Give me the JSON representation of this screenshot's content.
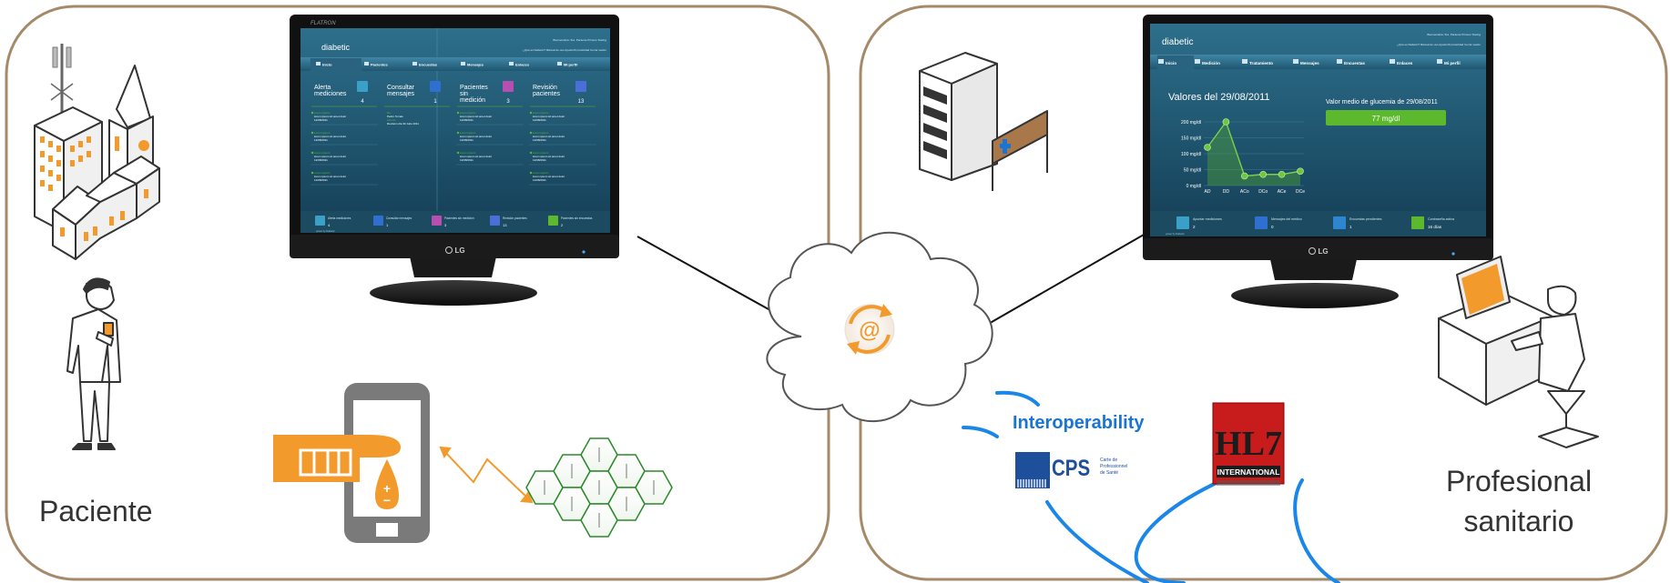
{
  "labels": {
    "patient": "Paciente",
    "professional_line1": "Profesional",
    "professional_line2": "sanitario",
    "interoperability": "Interoperability",
    "cloud_symbol": "@",
    "cps_logo": "CPS",
    "cps_subtitle_1": "Carte de",
    "cps_subtitle_2": "Professionnel",
    "cps_subtitle_3": "de Santé",
    "hl7_logo": "HL7",
    "hl7_subtitle": "INTERNATIONAL",
    "monitor_brand": "LG"
  },
  "left_monitor": {
    "topbar": "FLATRON",
    "logo": "diabetic",
    "header_links": "¿Qué es Diabetic?   Manual de uso   Ayuda   Mi privacidad   Cerrar sesión",
    "user": "Bienvenido/a: Sra. Paciente Primero Testing",
    "tabs": [
      "Inicio",
      "Pacientes",
      "Encuestas",
      "Mensajes",
      "Enlaces",
      "Mi perfil"
    ],
    "cards": [
      {
        "title": "Alerta mediciones",
        "count": "4"
      },
      {
        "title": "Consultar mensajes",
        "count": "1"
      },
      {
        "title": "Pacientes sin medición",
        "count": "3"
      },
      {
        "title": "Revisión pacientes",
        "count": "13"
      }
    ],
    "item_title": "Lorem ipsum",
    "item_text": "lorem ipsum sit amet dolor",
    "item_date": "12/08/2011",
    "msg_from": "De:",
    "msg_name": "Pedro Tomás",
    "msg_subject": "Asunto:",
    "msg_text": "Revisión día 30 Julio 2011",
    "footer_items": [
      {
        "label": "Alerta mediciones",
        "count": "4"
      },
      {
        "label": "Consultar mensajes",
        "count": "1"
      },
      {
        "label": "Pacientes sin medición",
        "count": "3"
      },
      {
        "label": "Revisión pacientes",
        "count": "13"
      },
      {
        "label": "Pacientes sin encuestas",
        "count": "2"
      }
    ],
    "powered": "power by Diabetic"
  },
  "right_monitor": {
    "logo": "diabetic",
    "header_links": "¿Qué es Diabetic?   Manual de uso   Ayuda   Mi privacidad   Cerrar sesión",
    "user": "Bienvenido/a: Sra. Paciente Primero Testing",
    "tabs": [
      "Inicio",
      "Medición",
      "Tratamiento",
      "Mensajes",
      "Encuestas",
      "Enlaces",
      "Mi perfil"
    ],
    "chart_title": "Valores del 29/08/2011",
    "avg_label": "Valor medio de glucemia de 29/08/2011",
    "avg_value": "77 mg/dl",
    "footer_items": [
      {
        "label": "Apuntar mediciones",
        "count": "2"
      },
      {
        "label": "Mensajes del médico",
        "count": "0"
      },
      {
        "label": "Encuestas pendientes",
        "count": "1"
      },
      {
        "label": "Contraseña activa",
        "count": "16 días"
      }
    ],
    "powered": "power by Diabetic"
  },
  "chart_data": {
    "type": "line",
    "title": "Valores del 29/08/2011",
    "categories": [
      "AD",
      "DD",
      "ACo",
      "DCo",
      "ACe",
      "DCe"
    ],
    "yticks": [
      "0 mg/dl",
      "50 mg/dl",
      "100 mg/dl",
      "150 mg/dl",
      "200 mg/dl"
    ],
    "ylim": [
      0,
      220
    ],
    "series": [
      {
        "values": [
          120,
          200,
          30,
          35,
          35,
          45
        ]
      }
    ]
  },
  "colors": {
    "frame_stroke": "#a58a6a",
    "screen_bg": "#1e5570",
    "accent_green": "#5cb82c",
    "accent_orange": "#f39a2c",
    "cable_blue": "#1a87e8",
    "interop_blue": "#1a74d4"
  }
}
